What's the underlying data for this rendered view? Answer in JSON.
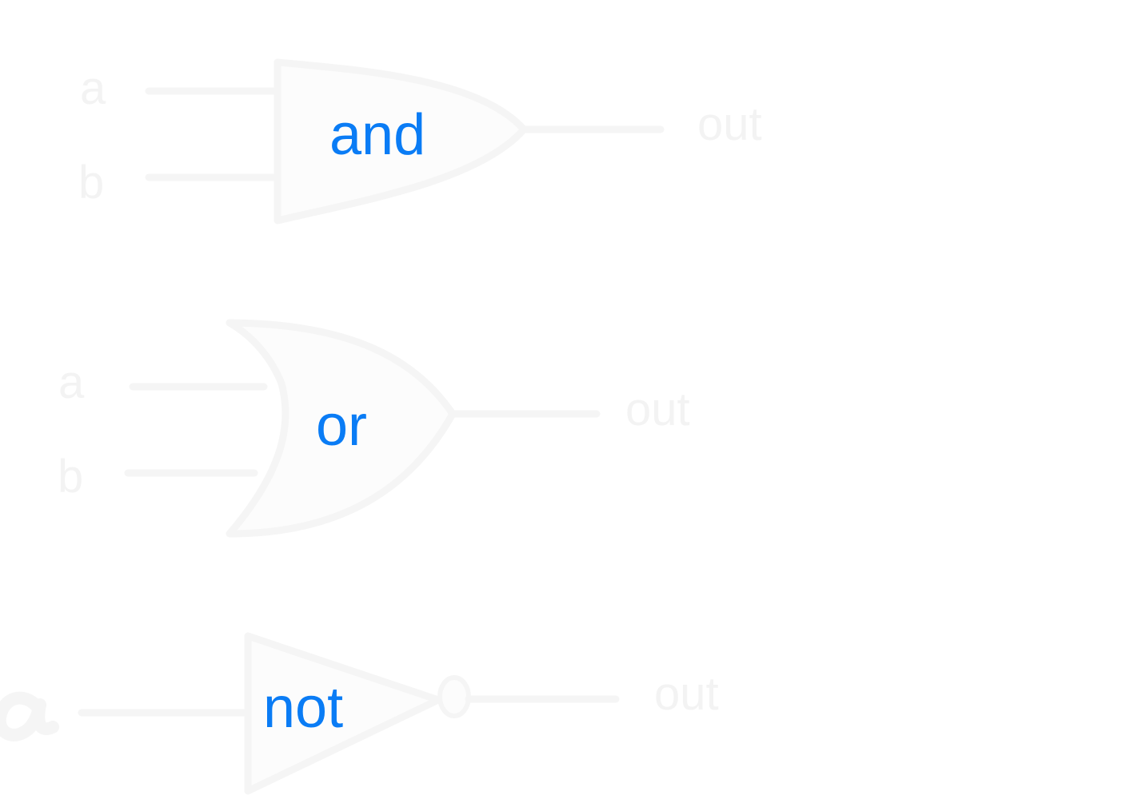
{
  "gates": {
    "and": {
      "label": "and",
      "inputs": [
        "a",
        "b"
      ],
      "output": "out"
    },
    "or": {
      "label": "or",
      "inputs": [
        "a",
        "b"
      ],
      "output": "out"
    },
    "not": {
      "label": "not",
      "output": "out"
    }
  },
  "colors": {
    "gate_label": "#0a7cf5",
    "faint_lines": "#f5f5f5",
    "background": "#ffffff"
  }
}
